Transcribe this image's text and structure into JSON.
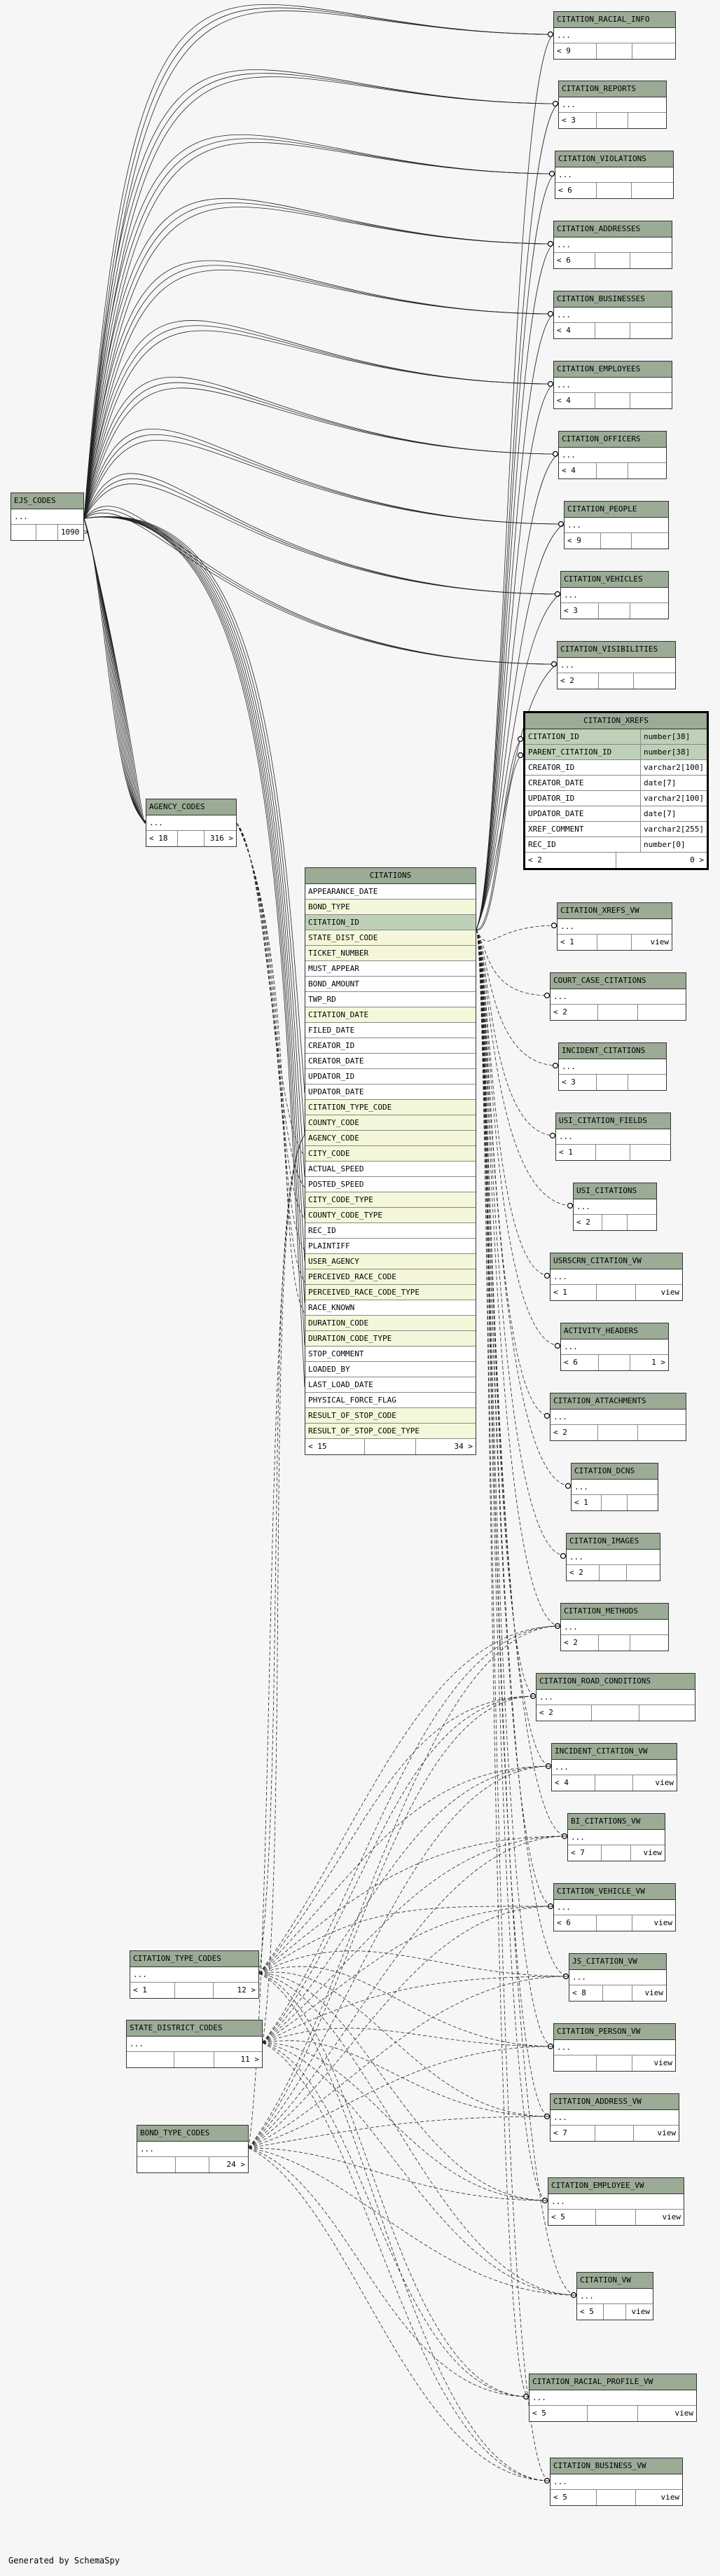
{
  "footer": "Generated by SchemaSpy",
  "citations": {
    "name": "CITATIONS",
    "columns": [
      {
        "name": "APPEARANCE_DATE",
        "kind": ""
      },
      {
        "name": "BOND_TYPE",
        "kind": "fk"
      },
      {
        "name": "CITATION_ID",
        "kind": "pk"
      },
      {
        "name": "STATE_DIST_CODE",
        "kind": "fk"
      },
      {
        "name": "TICKET_NUMBER",
        "kind": "fk"
      },
      {
        "name": "MUST_APPEAR",
        "kind": ""
      },
      {
        "name": "BOND_AMOUNT",
        "kind": ""
      },
      {
        "name": "TWP_RD",
        "kind": ""
      },
      {
        "name": "CITATION_DATE",
        "kind": "fk"
      },
      {
        "name": "FILED_DATE",
        "kind": ""
      },
      {
        "name": "CREATOR_ID",
        "kind": ""
      },
      {
        "name": "CREATOR_DATE",
        "kind": ""
      },
      {
        "name": "UPDATOR_ID",
        "kind": ""
      },
      {
        "name": "UPDATOR_DATE",
        "kind": ""
      },
      {
        "name": "CITATION_TYPE_CODE",
        "kind": "fk"
      },
      {
        "name": "COUNTY_CODE",
        "kind": "fk"
      },
      {
        "name": "AGENCY_CODE",
        "kind": "fk"
      },
      {
        "name": "CITY_CODE",
        "kind": "fk"
      },
      {
        "name": "ACTUAL_SPEED",
        "kind": ""
      },
      {
        "name": "POSTED_SPEED",
        "kind": ""
      },
      {
        "name": "CITY_CODE_TYPE",
        "kind": "fk"
      },
      {
        "name": "COUNTY_CODE_TYPE",
        "kind": "fk"
      },
      {
        "name": "REC_ID",
        "kind": ""
      },
      {
        "name": "PLAINTIFF",
        "kind": ""
      },
      {
        "name": "USER_AGENCY",
        "kind": "fk"
      },
      {
        "name": "PERCEIVED_RACE_CODE",
        "kind": "fk"
      },
      {
        "name": "PERCEIVED_RACE_CODE_TYPE",
        "kind": "fk"
      },
      {
        "name": "RACE_KNOWN",
        "kind": ""
      },
      {
        "name": "DURATION_CODE",
        "kind": "fk"
      },
      {
        "name": "DURATION_CODE_TYPE",
        "kind": "fk"
      },
      {
        "name": "STOP_COMMENT",
        "kind": ""
      },
      {
        "name": "LOADED_BY",
        "kind": ""
      },
      {
        "name": "LAST_LOAD_DATE",
        "kind": ""
      },
      {
        "name": "PHYSICAL_FORCE_FLAG",
        "kind": ""
      },
      {
        "name": "RESULT_OF_STOP_CODE",
        "kind": "fk"
      },
      {
        "name": "RESULT_OF_STOP_CODE_TYPE",
        "kind": "fk"
      }
    ],
    "parents": "< 15",
    "children": "34 >"
  },
  "xrefs": {
    "name": "CITATION_XREFS",
    "columns": [
      {
        "name": "CITATION_ID",
        "type": "number[38]",
        "kind": "pk"
      },
      {
        "name": "PARENT_CITATION_ID",
        "type": "number[38]",
        "kind": "pk"
      },
      {
        "name": "CREATOR_ID",
        "type": "varchar2[100]",
        "kind": ""
      },
      {
        "name": "CREATOR_DATE",
        "type": "date[7]",
        "kind": ""
      },
      {
        "name": "UPDATOR_ID",
        "type": "varchar2[100]",
        "kind": ""
      },
      {
        "name": "UPDATOR_DATE",
        "type": "date[7]",
        "kind": ""
      },
      {
        "name": "XREF_COMMENT",
        "type": "varchar2[255]",
        "kind": ""
      },
      {
        "name": "REC_ID",
        "type": "number[0]",
        "kind": ""
      }
    ],
    "parents": "< 2",
    "children": "0 >"
  },
  "tables": [
    {
      "id": "ejs",
      "name": "EJS_CODES",
      "row": "...",
      "parents": "",
      "children": "1090 >"
    },
    {
      "id": "agency",
      "name": "AGENCY_CODES",
      "row": "...",
      "parents": "< 18",
      "children": "316 >"
    },
    {
      "id": "citetype",
      "name": "CITATION_TYPE_CODES",
      "row": "...",
      "parents": "< 1",
      "children": "12 >"
    },
    {
      "id": "statedist",
      "name": "STATE_DISTRICT_CODES",
      "row": "...",
      "parents": "",
      "children": "11 >"
    },
    {
      "id": "bondtype",
      "name": "BOND_TYPE_CODES",
      "row": "...",
      "parents": "",
      "children": "24 >"
    },
    {
      "id": "racial",
      "name": "CITATION_RACIAL_INFO",
      "row": "...",
      "parents": "< 9",
      "children": ""
    },
    {
      "id": "reports",
      "name": "CITATION_REPORTS",
      "row": "...",
      "parents": "< 3",
      "children": ""
    },
    {
      "id": "violations",
      "name": "CITATION_VIOLATIONS",
      "row": "...",
      "parents": "< 6",
      "children": ""
    },
    {
      "id": "addresses",
      "name": "CITATION_ADDRESSES",
      "row": "...",
      "parents": "< 6",
      "children": ""
    },
    {
      "id": "businesses",
      "name": "CITATION_BUSINESSES",
      "row": "...",
      "parents": "< 4",
      "children": ""
    },
    {
      "id": "employees",
      "name": "CITATION_EMPLOYEES",
      "row": "...",
      "parents": "< 4",
      "children": ""
    },
    {
      "id": "officers",
      "name": "CITATION_OFFICERS",
      "row": "...",
      "parents": "< 4",
      "children": ""
    },
    {
      "id": "people",
      "name": "CITATION_PEOPLE",
      "row": "...",
      "parents": "< 9",
      "children": ""
    },
    {
      "id": "vehicles",
      "name": "CITATION_VEHICLES",
      "row": "...",
      "parents": "< 3",
      "children": ""
    },
    {
      "id": "visibilities",
      "name": "CITATION_VISIBILITIES",
      "row": "...",
      "parents": "< 2",
      "children": ""
    },
    {
      "id": "xrefsvw",
      "name": "CITATION_XREFS_VW",
      "row": "...",
      "parents": "< 1",
      "children": "view"
    },
    {
      "id": "courtcase",
      "name": "COURT_CASE_CITATIONS",
      "row": "...",
      "parents": "< 2",
      "children": ""
    },
    {
      "id": "incident",
      "name": "INCIDENT_CITATIONS",
      "row": "...",
      "parents": "< 3",
      "children": ""
    },
    {
      "id": "usifields",
      "name": "USI_CITATION_FIELDS",
      "row": "...",
      "parents": "< 1",
      "children": ""
    },
    {
      "id": "usicit",
      "name": "USI_CITATIONS",
      "row": "...",
      "parents": "< 2",
      "children": ""
    },
    {
      "id": "usrscrn",
      "name": "USRSCRN_CITATION_VW",
      "row": "...",
      "parents": "< 1",
      "children": "view"
    },
    {
      "id": "activity",
      "name": "ACTIVITY_HEADERS",
      "row": "...",
      "parents": "< 6",
      "children": "1 >"
    },
    {
      "id": "attach",
      "name": "CITATION_ATTACHMENTS",
      "row": "...",
      "parents": "< 2",
      "children": ""
    },
    {
      "id": "dcns",
      "name": "CITATION_DCNS",
      "row": "...",
      "parents": "< 1",
      "children": ""
    },
    {
      "id": "images",
      "name": "CITATION_IMAGES",
      "row": "...",
      "parents": "< 2",
      "children": ""
    },
    {
      "id": "methods",
      "name": "CITATION_METHODS",
      "row": "...",
      "parents": "< 2",
      "children": ""
    },
    {
      "id": "road",
      "name": "CITATION_ROAD_CONDITIONS",
      "row": "...",
      "parents": "< 2",
      "children": ""
    },
    {
      "id": "inccitvw",
      "name": "INCIDENT_CITATION_VW",
      "row": "...",
      "parents": "< 4",
      "children": "view"
    },
    {
      "id": "bicit",
      "name": "BI_CITATIONS_VW",
      "row": "...",
      "parents": "< 7",
      "children": "view"
    },
    {
      "id": "vehvw",
      "name": "CITATION_VEHICLE_VW",
      "row": "...",
      "parents": "< 6",
      "children": "view"
    },
    {
      "id": "jscit",
      "name": "JS_CITATION_VW",
      "row": "...",
      "parents": "< 8",
      "children": "view"
    },
    {
      "id": "personvw",
      "name": "CITATION_PERSON_VW",
      "row": "...",
      "parents": "",
      "children": "view"
    },
    {
      "id": "addrvw",
      "name": "CITATION_ADDRESS_VW",
      "row": "...",
      "parents": "< 7",
      "children": "view"
    },
    {
      "id": "empvw",
      "name": "CITATION_EMPLOYEE_VW",
      "row": "...",
      "parents": "< 5",
      "children": "view"
    },
    {
      "id": "citvw",
      "name": "CITATION_VW",
      "row": "...",
      "parents": "< 5",
      "children": "view"
    },
    {
      "id": "racialvw",
      "name": "CITATION_RACIAL_PROFILE_VW",
      "row": "...",
      "parents": "< 5",
      "children": "view"
    },
    {
      "id": "busvw",
      "name": "CITATION_BUSINESS_VW",
      "row": "...",
      "parents": "< 5",
      "children": "view"
    }
  ]
}
